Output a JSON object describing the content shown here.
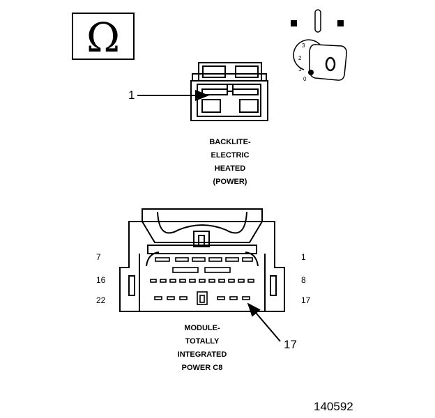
{
  "symbols": {
    "ohm_box": {
      "glyph": "Ω",
      "icon": "ohm-symbol-icon"
    },
    "key_icon": {
      "icon": "ignition-key-icon",
      "positions": [
        "3",
        "2",
        "1",
        "0"
      ]
    }
  },
  "connector_top": {
    "callout": "1",
    "caption": "BACKLITE-\nELECTRIC\nHEATED\n(POWER)"
  },
  "connector_bottom": {
    "pin_labels": {
      "top_left": "7",
      "top_right": "1",
      "mid_left": "16",
      "mid_right": "8",
      "bottom_left": "22",
      "bottom_right": "17"
    },
    "callout": "17",
    "caption": "MODULE-\nTOTALLY\nINTEGRATED\nPOWER C8"
  },
  "figure_number": "140592"
}
